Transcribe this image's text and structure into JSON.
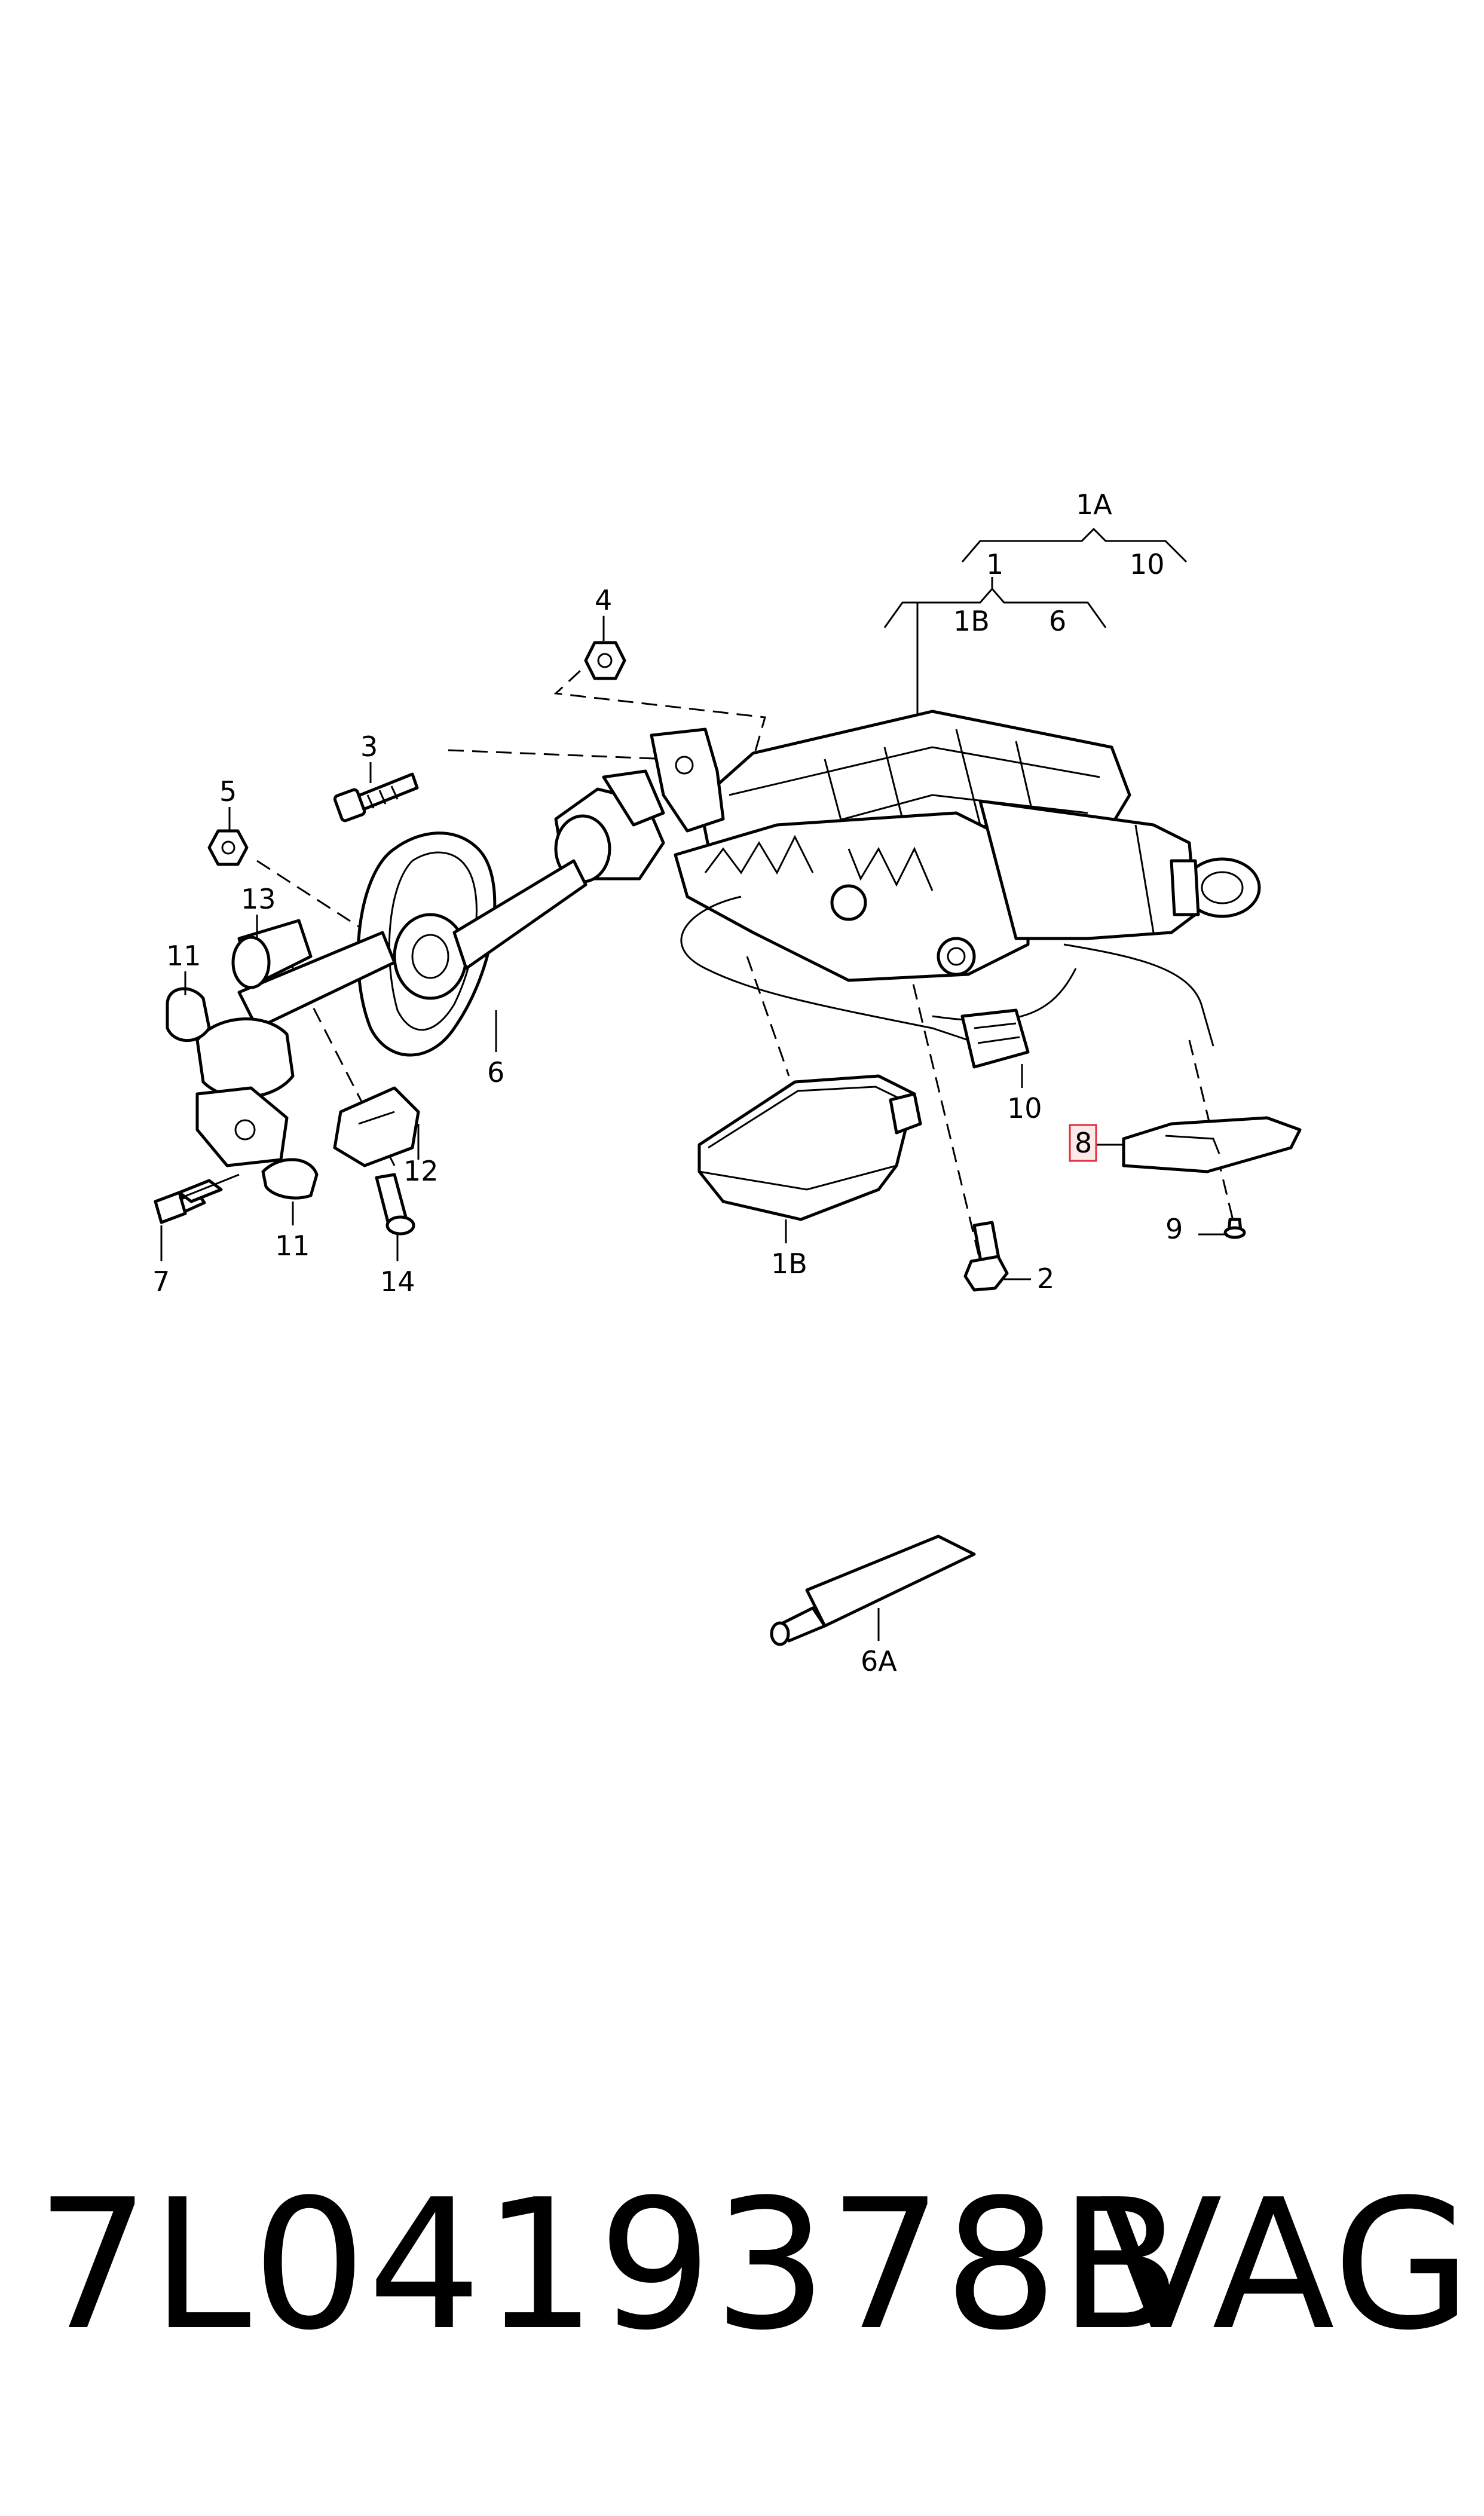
{
  "callouts": {
    "c1A": "1A",
    "c1": "1",
    "c10top": "10",
    "c1Btop": "1B",
    "c6top": "6",
    "c4": "4",
    "c3": "3",
    "c5": "5",
    "c13": "13",
    "c11a": "11",
    "c6": "6",
    "c10": "10",
    "c8": "8",
    "c9": "9",
    "c12": "12",
    "c11b": "11",
    "c7": "7",
    "c14": "14",
    "c1B": "1B",
    "c2": "2",
    "c6A": "6A"
  },
  "highlighted_callout": "8",
  "colors": {
    "highlight_stroke": "#e0303a",
    "highlight_fill": "#fde8ea"
  },
  "footer": {
    "part_number": "7L0419378B",
    "brand": "VAG"
  }
}
